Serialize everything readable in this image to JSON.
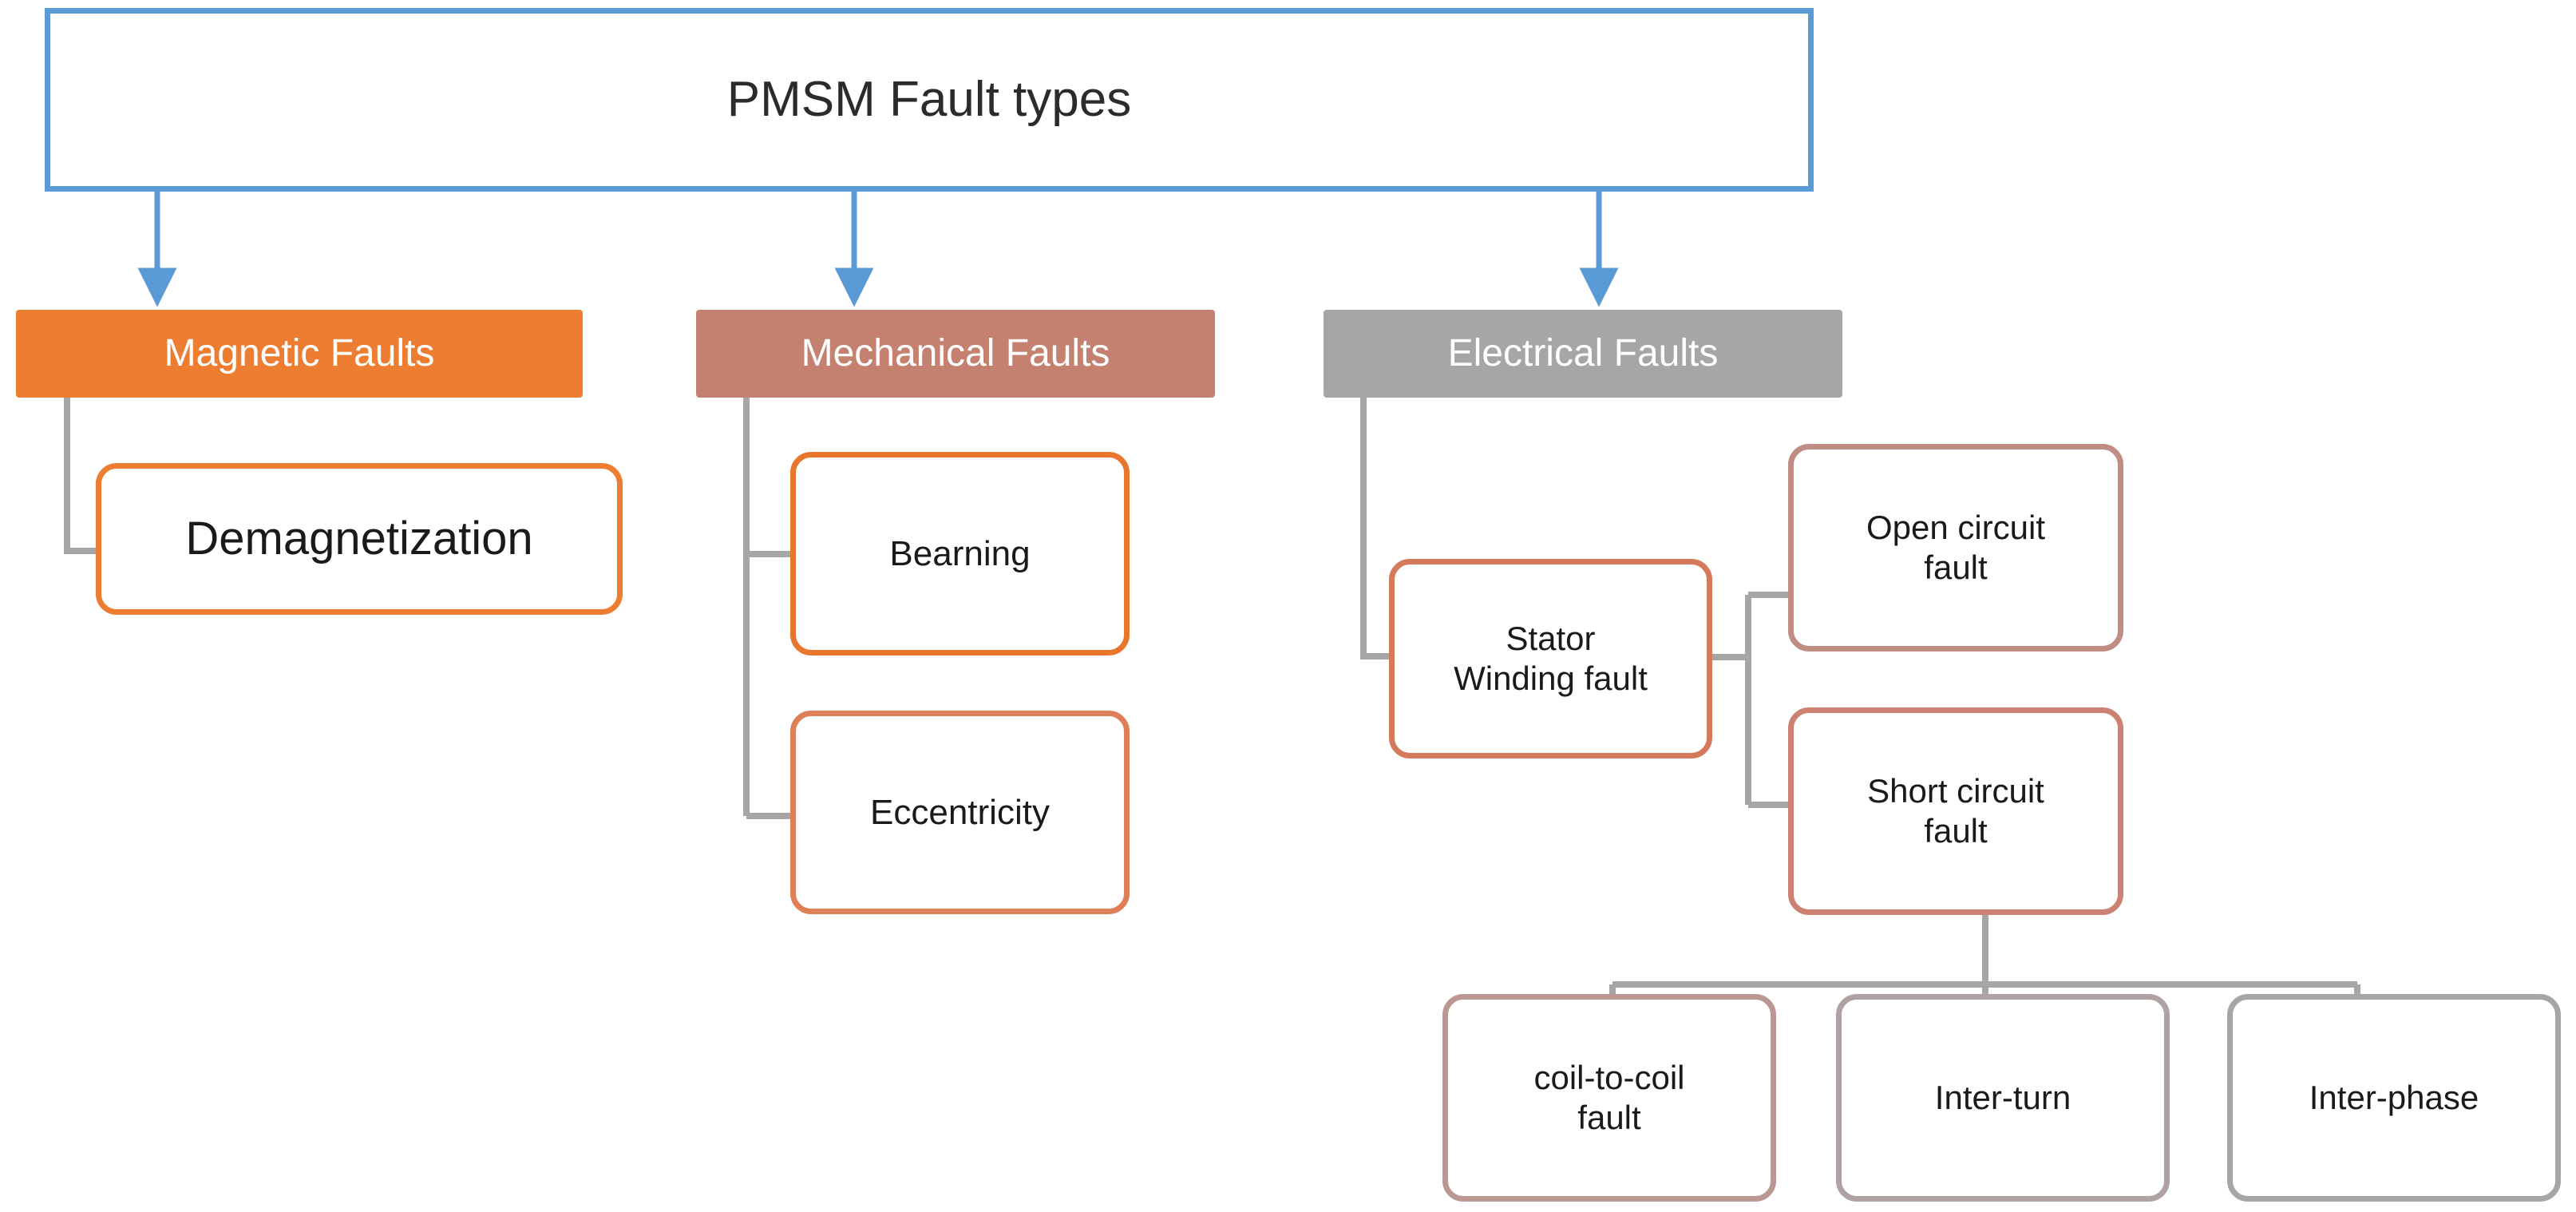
{
  "diagram": {
    "title": "PMSM Fault types",
    "root": {
      "label": "PMSM Fault types",
      "border_color": "#5B9BD5",
      "fill_color": "#FFFFFF"
    },
    "arrow_color": "#5B9BD5",
    "connector_gray": "#A6A6A6",
    "categories": [
      {
        "id": "magnetic",
        "label": "Magnetic Faults",
        "fill_color": "#ED7D31",
        "text_color": "#FFFFFF",
        "children": [
          {
            "id": "demagnetization",
            "label": "Demagnetization",
            "border_color": "#ED7D31",
            "fill_color": "#FFFFFF"
          }
        ]
      },
      {
        "id": "mechanical",
        "label": "Mechanical Faults",
        "fill_color": "#C5816F",
        "text_color": "#FFFFFF",
        "children": [
          {
            "id": "bearning",
            "label": "Bearning",
            "border_color": "#E8762C",
            "fill_color": "#FFFFFF"
          },
          {
            "id": "eccentricity",
            "label": "Eccentricity",
            "border_color": "#DE7F57",
            "fill_color": "#FFFFFF"
          }
        ]
      },
      {
        "id": "electrical",
        "label": "Electrical Faults",
        "fill_color": "#A6A6A6",
        "text_color": "#FFFFFF",
        "children": [
          {
            "id": "stator-winding-fault",
            "label": "Stator\nWinding fault",
            "border_color": "#D4795C",
            "fill_color": "#FFFFFF",
            "children": [
              {
                "id": "open-circuit-fault",
                "label": "Open circuit\nfault",
                "border_color": "#C08C84",
                "fill_color": "#FFFFFF"
              },
              {
                "id": "short-circuit-fault",
                "label": "Short circuit\nfault",
                "border_color": "#CB8272",
                "fill_color": "#FFFFFF",
                "children": [
                  {
                    "id": "coil-to-coil-fault",
                    "label": "coil-to-coil\nfault",
                    "border_color": "#BB9791",
                    "fill_color": "#FFFFFF"
                  },
                  {
                    "id": "inter-turn",
                    "label": "Inter-turn",
                    "border_color": "#B0A2A2",
                    "fill_color": "#FFFFFF"
                  },
                  {
                    "id": "inter-phase",
                    "label": "Inter-phase",
                    "border_color": "#A6A6A6",
                    "fill_color": "#FFFFFF"
                  }
                ]
              }
            ]
          }
        ]
      }
    ]
  }
}
